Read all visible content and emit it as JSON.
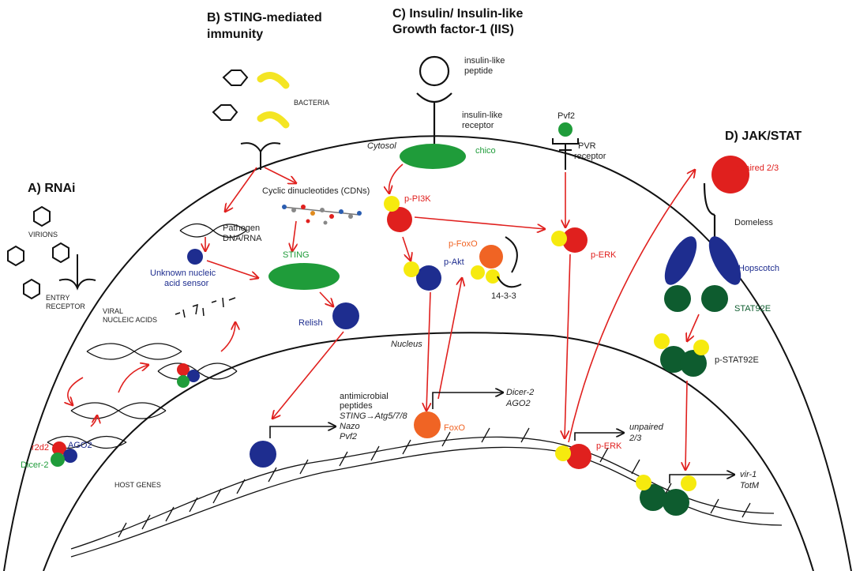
{
  "panels": {
    "rnai": "A) RNAi",
    "sting_line1": "B) STING-mediated",
    "sting_line2": "immunity",
    "iis_line1": "C) Insulin/ Insulin-like",
    "iis_line2": "Growth factor-1 (IIS)",
    "jak": "D) JAK/STAT"
  },
  "compartments": {
    "cytosol": "Cytosol",
    "nucleus": "Nucleus"
  },
  "rnai": {
    "virions": "VIRIONS",
    "entry_1": "ENTRY",
    "entry_2": "RECEPTOR",
    "viral_1": "VIRAL",
    "viral_2": "NUCLEIC ACIDS",
    "r2d2": "r2d2",
    "ago2": "AGO2",
    "dicer2": "Dicer-2",
    "host_genes": "HOST GENES"
  },
  "sting": {
    "bacteria": "BACTERIA",
    "cdns": "Cyclic dinucleotides (CDNs)",
    "pathogen_1": "Pathogen",
    "pathogen_2": "DNA/RNA",
    "sensor_1": "Unknown nucleic",
    "sensor_2": "acid sensor",
    "sting": "STING",
    "relish": "Relish",
    "targets": [
      "antimicrobial",
      "peptides",
      "STING→Atg5/7/8",
      "Nazo",
      "Pvf2"
    ]
  },
  "iis": {
    "peptide_1": "insulin-like",
    "peptide_2": "peptide",
    "receptor_1": "insulin-like",
    "receptor_2": "receptor",
    "chico": "chico",
    "pi3k": "p-PI3K",
    "akt": "p-Akt",
    "pfoxo": "p-FoxO",
    "p1433": "14-3-3",
    "foxo": "FoxO",
    "foxo_targets": [
      "Dicer-2",
      "AGO2"
    ],
    "pvf2": "Pvf2",
    "pvr_1": "PVR",
    "pvr_2": "receptor",
    "perk": "p-ERK",
    "perk_nuc": "p-ERK",
    "erk_targets": [
      "unpaired",
      "2/3"
    ]
  },
  "jak": {
    "unpaired": "unpaired 2/3",
    "domeless": "Domeless",
    "hopscotch": "Hopscotch",
    "stat92e": "STAT92E",
    "pstat": "p-STAT92E",
    "targets": [
      "vir-1",
      "TotM"
    ]
  },
  "colors": {
    "red": "#e0201e",
    "green": "#1f9c3a",
    "dark_green": "#0e5c2f",
    "blue": "#1e2d8f",
    "yellow": "#f6ea0e",
    "orange": "#f06424",
    "bacteria_yellow": "#f4e524"
  }
}
